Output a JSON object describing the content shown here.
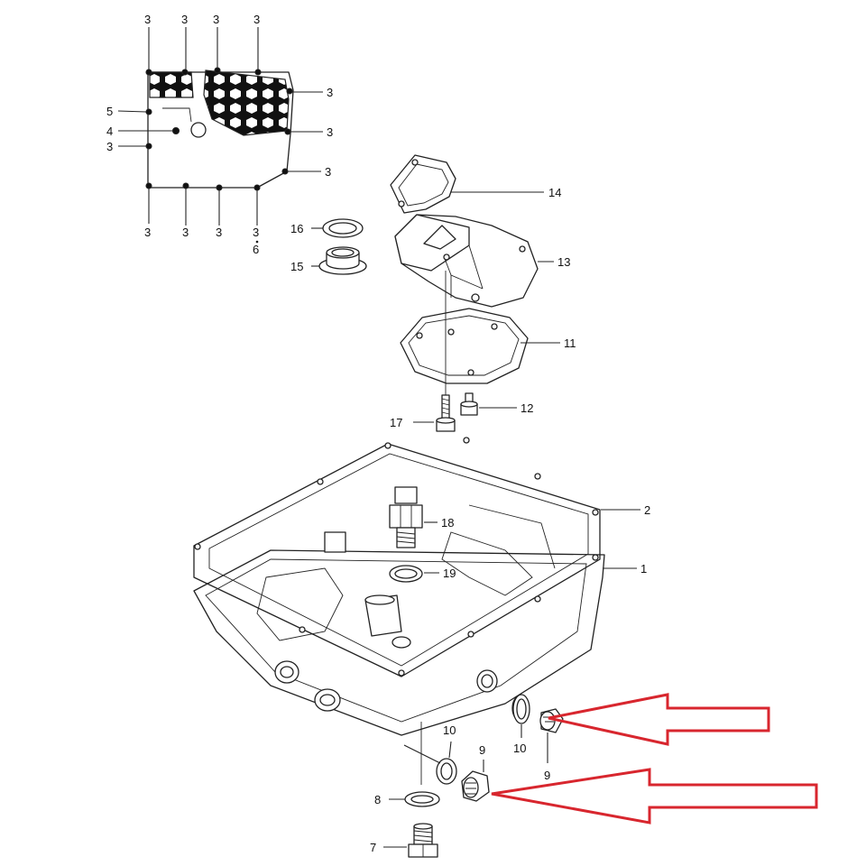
{
  "labels": {
    "inset_top": [
      "3",
      "3",
      "3",
      "3"
    ],
    "inset_right": [
      "3",
      "3",
      "3"
    ],
    "inset_left": [
      "5",
      "4",
      "3"
    ],
    "inset_bottom": [
      "3",
      "3",
      "3",
      "3"
    ],
    "inset_bottom_sub": "6",
    "p1": "1",
    "p2": "2",
    "p7": "7",
    "p8": "8",
    "p9_right": "9",
    "p9_lower": "9",
    "p10_left": "10",
    "p10_right": "10",
    "p11": "11",
    "p12": "12",
    "p13": "13",
    "p14": "14",
    "p15": "15",
    "p16": "16",
    "p17": "17",
    "p18": "18",
    "p19": "19"
  },
  "colors": {
    "line": "#222222",
    "arrow": "#d8262e",
    "background": "#ffffff"
  },
  "annotations": [
    "red-arrow-drain-plug-right",
    "red-arrow-drain-plug-lower"
  ]
}
